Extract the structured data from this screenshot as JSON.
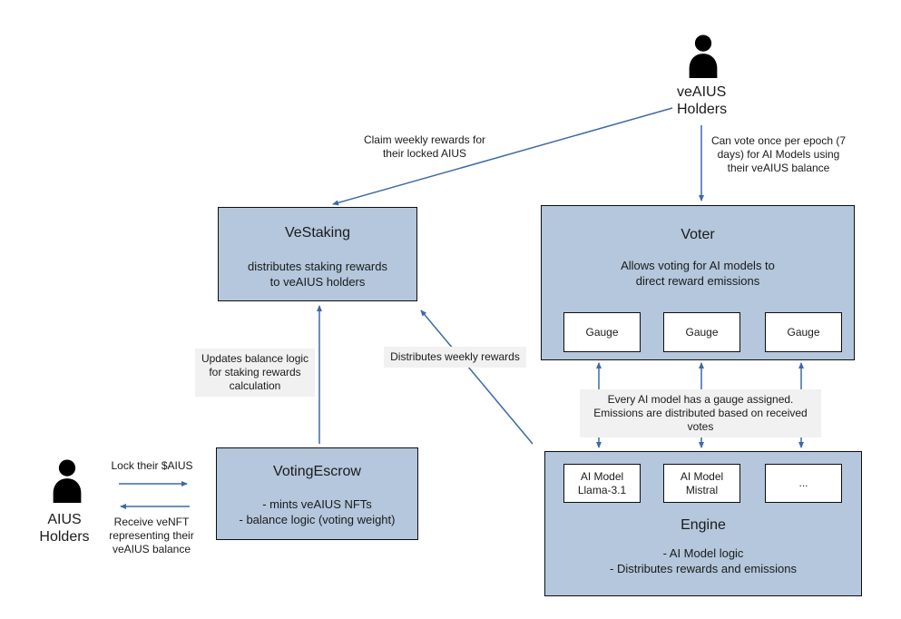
{
  "colors": {
    "box_fill": "#b4c7dc",
    "box_border": "#0e0e0e",
    "inner_fill": "#ffffff",
    "arrow": "#3c6aa5",
    "note_bg": "#f1f1f1",
    "text": "#1a1a1a"
  },
  "actors": {
    "veaius": {
      "label": "veAIUS\nHolders"
    },
    "aius": {
      "label": "AIUS\nHolders"
    }
  },
  "boxes": {
    "vestaking": {
      "title": "VeStaking",
      "body": "distributes staking rewards\nto veAIUS holders"
    },
    "voter": {
      "title": "Voter",
      "body": "Allows voting for AI models to\ndirect reward emissions",
      "gauges": [
        "Gauge",
        "Gauge",
        "Gauge"
      ]
    },
    "votingescrow": {
      "title": "VotingEscrow",
      "body": "- mints veAIUS NFTs\n- balance logic (voting weight)"
    },
    "engine": {
      "title": "Engine",
      "body": "- AI Model logic\n- Distributes rewards and emissions",
      "models": [
        "AI Model\nLlama-3.1",
        "AI Model\nMistral",
        "..."
      ]
    }
  },
  "labels": {
    "claim_rewards": "Claim weekly rewards for\ntheir locked AIUS",
    "vote_per_epoch": "Can vote once per epoch (7\ndays)  for AI Models using\ntheir veAIUS balance",
    "updates_balance": "Updates balance logic\nfor staking rewards\ncalculation",
    "distributes_weekly": "Distributes weekly rewards",
    "gauge_note": "Every AI model has a gauge assigned.\nEmissions are distributed based on received votes",
    "lock_aius": "Lock their $AIUS",
    "receive_venft": "Receive veNFT\nrepresenting their\nveAIUS balance"
  }
}
